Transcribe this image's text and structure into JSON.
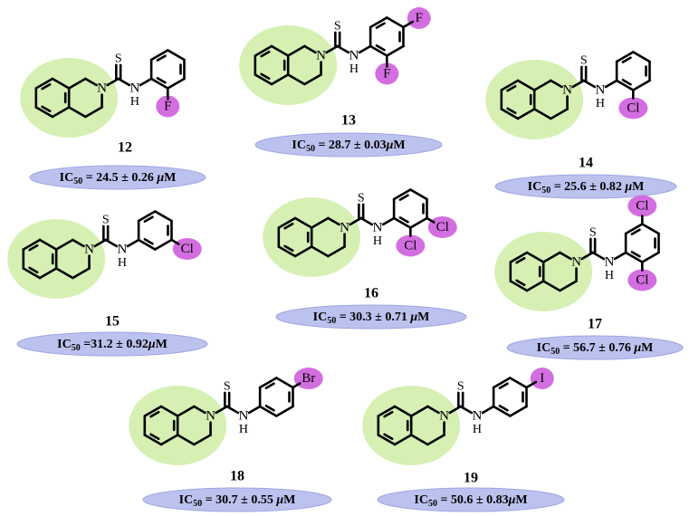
{
  "compounds": [
    {
      "id": "12",
      "ic50": "IC50 = 24.5 ± 0.26 μM",
      "ic50_pre": "IC",
      "ic50_sub": "50",
      "ic50_mid": " = 24.5 ± 0.26 ",
      "ic50_unit": "μ",
      "ic50_post": "M",
      "substituents": [
        "F"
      ],
      "pattern": "ortho"
    },
    {
      "id": "13",
      "ic50": "IC50 = 28.7 ± 0.03 μM",
      "ic50_pre": "IC",
      "ic50_sub": "50",
      "ic50_mid": " = 28.7 ± 0.03",
      "ic50_unit": "μ",
      "ic50_post": "M",
      "substituents": [
        "F",
        "F"
      ],
      "pattern": "2,4"
    },
    {
      "id": "14",
      "ic50": "IC50 = 25.6 ± 0.82 μM",
      "ic50_pre": "IC",
      "ic50_sub": "50",
      "ic50_mid": " = 25.6 ± 0.82 ",
      "ic50_unit": "μ",
      "ic50_post": "M",
      "substituents": [
        "Cl"
      ],
      "pattern": "ortho"
    },
    {
      "id": "15",
      "ic50": "IC50 =31.2 ± 0.92 μM",
      "ic50_pre": "IC",
      "ic50_sub": "50",
      "ic50_mid": " =31.2 ± 0.92",
      "ic50_unit": "μ",
      "ic50_post": "M",
      "substituents": [
        "Cl"
      ],
      "pattern": "meta"
    },
    {
      "id": "16",
      "ic50": "IC50 = 30.3 ± 0.71 μM",
      "ic50_pre": "IC",
      "ic50_sub": "50",
      "ic50_mid": " = 30.3 ± 0.71 ",
      "ic50_unit": "μ",
      "ic50_post": "M",
      "substituents": [
        "Cl",
        "Cl"
      ],
      "pattern": "2,3"
    },
    {
      "id": "17",
      "ic50": "IC50 = 56.7 ± 0.76 μM",
      "ic50_pre": "IC",
      "ic50_sub": "50",
      "ic50_mid": " = 56.7 ± 0.76 ",
      "ic50_unit": "μ",
      "ic50_post": "M",
      "substituents": [
        "Cl",
        "Cl"
      ],
      "pattern": "2,5"
    },
    {
      "id": "18",
      "ic50": "IC50 = 30.7 ± 0.55 μM",
      "ic50_pre": "IC",
      "ic50_sub": "50",
      "ic50_mid": " = 30.7 ± 0.55 ",
      "ic50_unit": "μ",
      "ic50_post": "M",
      "substituents": [
        "Br"
      ],
      "pattern": "para"
    },
    {
      "id": "19",
      "ic50": "IC50 = 50.6 ± 0.83 μM",
      "ic50_pre": "IC",
      "ic50_sub": "50",
      "ic50_mid": " =  50.6 ± 0.83",
      "ic50_unit": "μ",
      "ic50_post": "M",
      "substituents": [
        "I"
      ],
      "pattern": "para"
    }
  ],
  "atoms": {
    "N": "N",
    "S": "S",
    "NH": "N",
    "H": "H"
  },
  "colors": {
    "core_highlight": "#d6f0b4",
    "substituent_highlight": "#d36ee0",
    "ic50_pill": "#bcc2ee",
    "ic50_pill_edge": "#9ea6e2"
  }
}
